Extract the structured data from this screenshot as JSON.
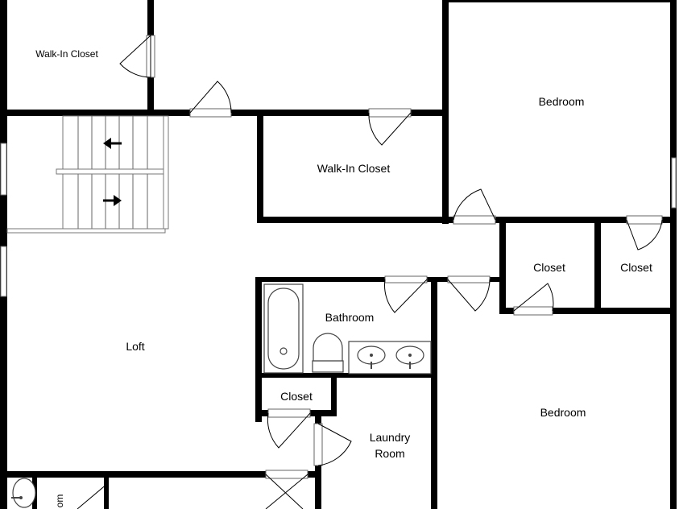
{
  "floor_plan": {
    "rooms": [
      {
        "key": "walkin_closet_top",
        "label": "Walk-In Closet"
      },
      {
        "key": "bedroom_top",
        "label": "Bedroom"
      },
      {
        "key": "walkin_closet_mid",
        "label": "Walk-In Closet"
      },
      {
        "key": "closet_a",
        "label": "Closet"
      },
      {
        "key": "closet_b",
        "label": "Closet"
      },
      {
        "key": "bathroom",
        "label": "Bathroom"
      },
      {
        "key": "loft",
        "label": "Loft"
      },
      {
        "key": "closet_c",
        "label": "Closet"
      },
      {
        "key": "laundry_line1",
        "label": "Laundry"
      },
      {
        "key": "laundry_line2",
        "label": "Room"
      },
      {
        "key": "bedroom_bottom",
        "label": "Bedroom"
      },
      {
        "key": "partial_room",
        "label": "om"
      }
    ],
    "icons": [
      "stair-arrow-left-icon",
      "stair-arrow-right-icon",
      "bathtub-icon",
      "toilet-icon",
      "sink-icon"
    ]
  }
}
